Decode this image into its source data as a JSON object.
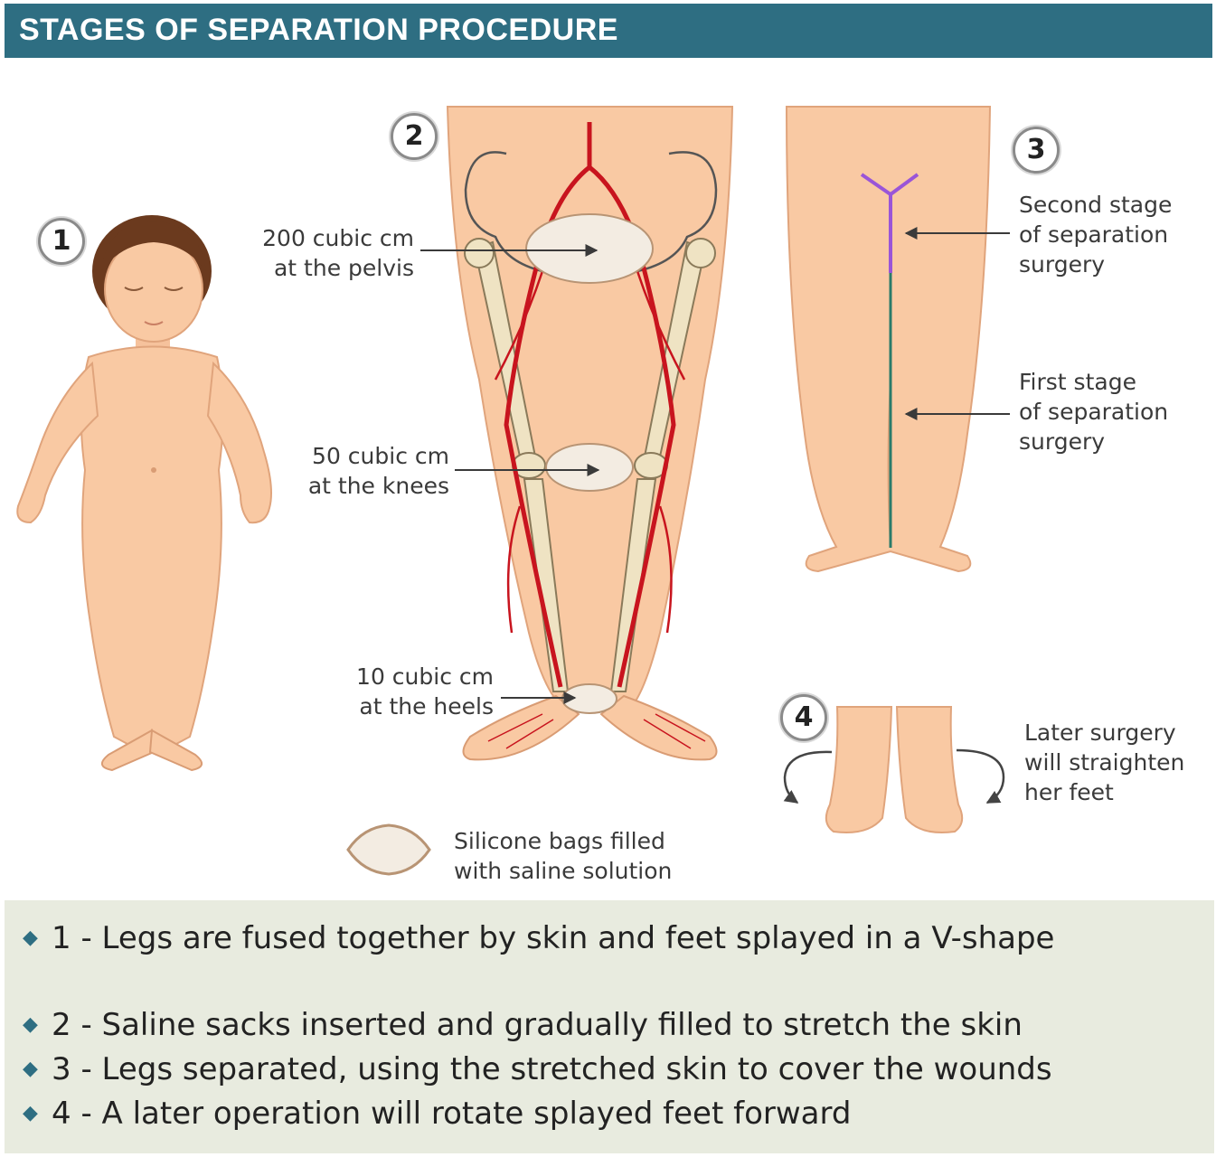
{
  "header": {
    "title": "STAGES OF SEPARATION PROCEDURE"
  },
  "steps": [
    {
      "number": "1"
    },
    {
      "number": "2"
    },
    {
      "number": "3"
    },
    {
      "number": "4"
    }
  ],
  "labels": {
    "pelvis": [
      "200 cubic cm",
      "at the pelvis"
    ],
    "knees": [
      "50 cubic cm",
      "at the knees"
    ],
    "heels": [
      "10 cubic cm",
      "at the heels"
    ],
    "second_stage": [
      "Second stage",
      "of separation",
      "surgery"
    ],
    "first_stage": [
      "First stage",
      "of separation",
      "surgery"
    ],
    "later_surgery": [
      "Later surgery",
      "will straighten",
      "her feet"
    ],
    "legend": [
      "Silicone bags filled",
      "with saline solution"
    ]
  },
  "notes": [
    {
      "bullet": "◆",
      "text": "1 - Legs are fused together by skin and feet splayed in a V-shape"
    },
    {
      "bullet": "◆",
      "text": "2 - Saline sacks inserted and gradually filled to stretch the skin"
    },
    {
      "bullet": "◆",
      "text": "3 - Legs separated, using the stretched skin to cover the wounds"
    },
    {
      "bullet": "◆",
      "text": "4 - A later operation will rotate splayed feet forward"
    }
  ],
  "colors": {
    "header": "#2e6e82",
    "skin": "#f9c9a3",
    "artery": "#c8141e",
    "bone": "#efe3c3",
    "notes_bg": "#e8ebdf",
    "incision_first": "#2a7a6a",
    "incision_second": "#9a55d8"
  }
}
